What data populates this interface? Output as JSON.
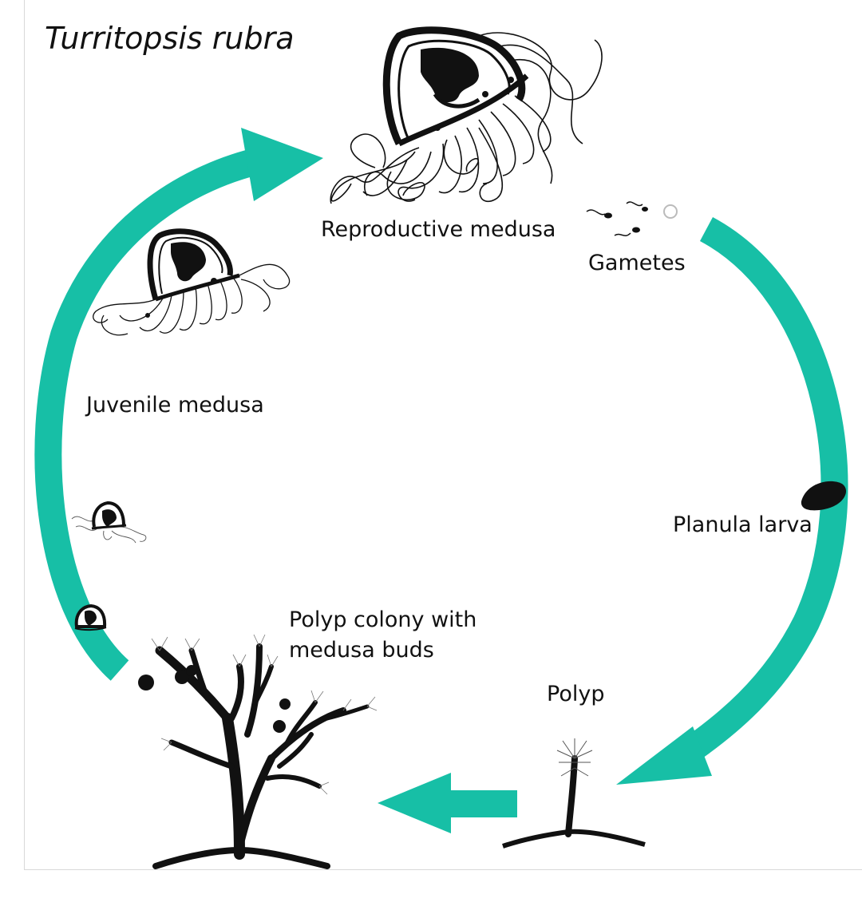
{
  "title": "Turritopsis rubra",
  "colors": {
    "arrow": "#17bfa6",
    "ink": "#111111",
    "background": "#ffffff"
  },
  "stages": {
    "reproductive_medusa": "Reproductive medusa",
    "gametes": "Gametes",
    "planula_larva": "Planula larva",
    "polyp": "Polyp",
    "polyp_colony_line1": "Polyp colony with",
    "polyp_colony_line2": "medusa buds",
    "juvenile_medusa": "Juvenile medusa"
  }
}
